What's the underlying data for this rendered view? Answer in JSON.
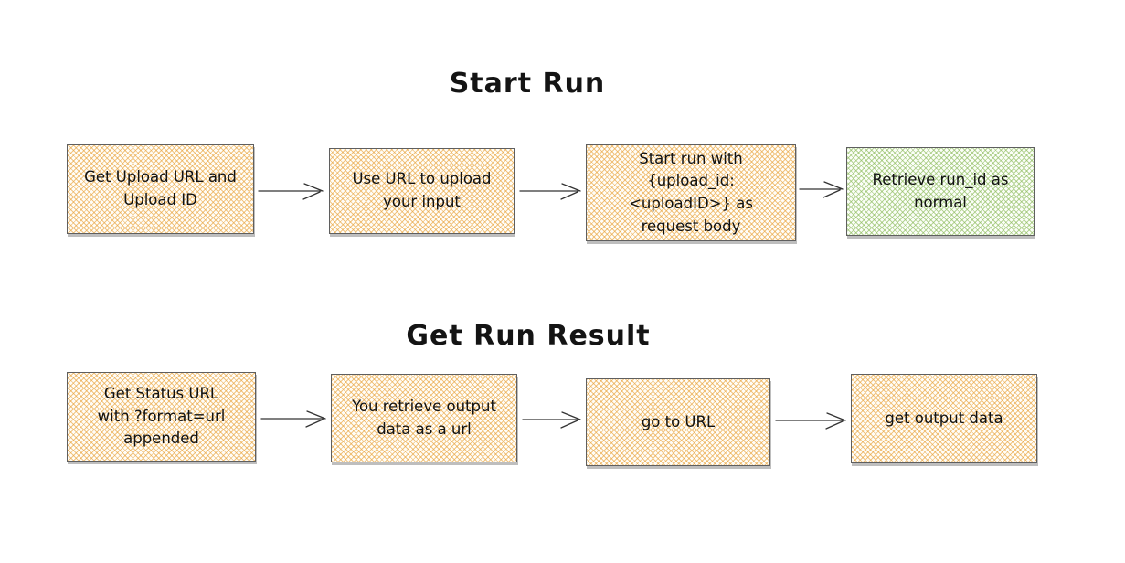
{
  "diagram": {
    "background": "#ffffff",
    "colors": {
      "node_hatch_orange": "#e8a23a",
      "node_hatch_green": "#8bba5a",
      "node_border": "#5f5f5f",
      "node_shadow": "#9a9a9a",
      "arrow": "#333333",
      "text": "#111111",
      "title_text": "#141414"
    },
    "sections": [
      {
        "title": "Start Run",
        "nodes": [
          {
            "id": "get-upload-url",
            "label": "Get Upload URL and\nUpload ID",
            "fill": "orange"
          },
          {
            "id": "use-url-to-upload",
            "label": "Use URL to upload\nyour input",
            "fill": "orange"
          },
          {
            "id": "start-run-with-upload-id",
            "label": "Start run with\n{upload_id:\n<uploadID>} as\nrequest body",
            "fill": "orange"
          },
          {
            "id": "retrieve-run-id",
            "label": "Retrieve run_id as\nnormal",
            "fill": "green"
          }
        ],
        "edges": [
          {
            "from": "get-upload-url",
            "to": "use-url-to-upload"
          },
          {
            "from": "use-url-to-upload",
            "to": "start-run-with-upload-id"
          },
          {
            "from": "start-run-with-upload-id",
            "to": "retrieve-run-id"
          }
        ]
      },
      {
        "title": "Get Run Result",
        "nodes": [
          {
            "id": "get-status-url",
            "label": "Get Status URL\nwith ?format=url\nappended",
            "fill": "orange"
          },
          {
            "id": "retrieve-output-as-url",
            "label": "You retrieve output\ndata as a url",
            "fill": "orange"
          },
          {
            "id": "go-to-url",
            "label": "go to URL",
            "fill": "orange"
          },
          {
            "id": "get-output-data",
            "label": "get output data",
            "fill": "orange"
          }
        ],
        "edges": [
          {
            "from": "get-status-url",
            "to": "retrieve-output-as-url"
          },
          {
            "from": "retrieve-output-as-url",
            "to": "go-to-url"
          },
          {
            "from": "go-to-url",
            "to": "get-output-data"
          }
        ]
      }
    ]
  }
}
